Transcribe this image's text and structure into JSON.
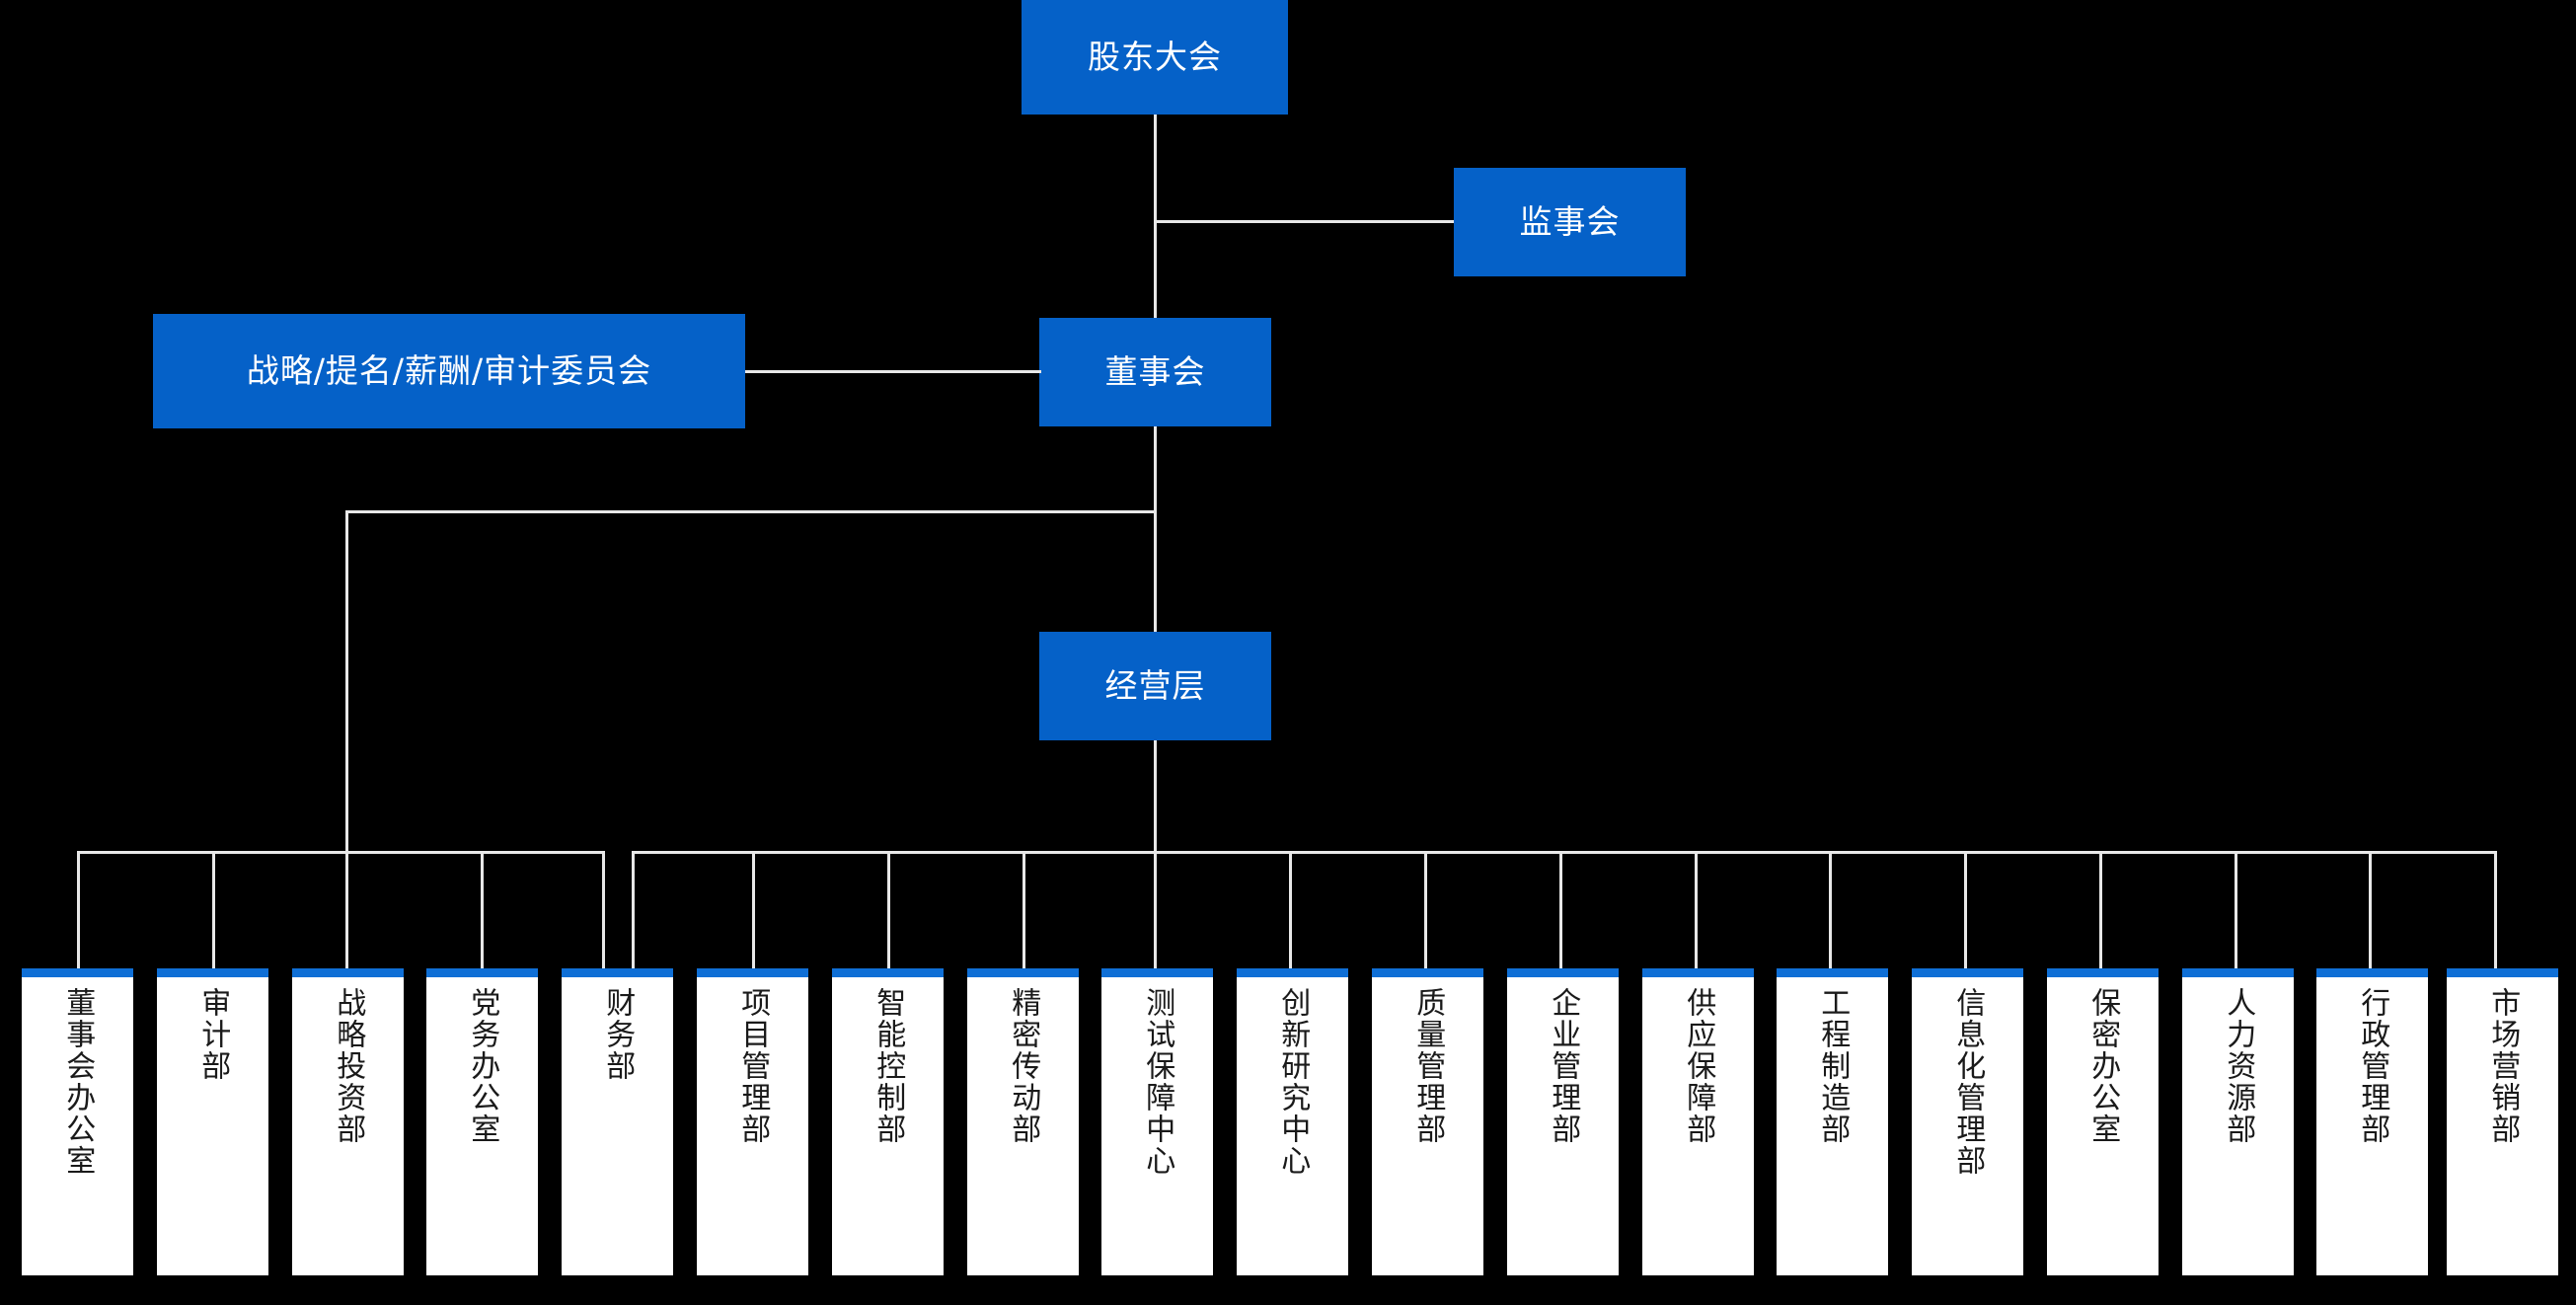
{
  "chart": {
    "type": "org-chart",
    "title": "",
    "background_color": "#000000",
    "node_color": "#0561C8",
    "node_text_color": "#FFFFFF",
    "connector_color": "#E8E8E8",
    "dept_card_color": "#FFFFFF",
    "dept_accent_color": "#0F6FD6",
    "dept_text_color": "#1A1A1A"
  },
  "nodes": {
    "shareholders_meeting": "股东大会",
    "board_of_supervisors": "监事会",
    "board_of_directors": "董事会",
    "committees": "战略/提名/薪酬/审计委员会",
    "management_layer": "经营层"
  },
  "departments": [
    {
      "label": "董事会办公室"
    },
    {
      "label": "审计部"
    },
    {
      "label": "战略投资部"
    },
    {
      "label": "党务办公室"
    },
    {
      "label": "财务部"
    },
    {
      "label": "项目管理部"
    },
    {
      "label": "智能控制部"
    },
    {
      "label": "精密传动部"
    },
    {
      "label": "测试保障中心"
    },
    {
      "label": "创新研究中心"
    },
    {
      "label": "质量管理部"
    },
    {
      "label": "企业管理部"
    },
    {
      "label": "供应保障部"
    },
    {
      "label": "工程制造部"
    },
    {
      "label": "信息化管理部"
    },
    {
      "label": "保密办公室"
    },
    {
      "label": "人力资源部"
    },
    {
      "label": "行政管理部"
    },
    {
      "label": "市场营销部"
    }
  ]
}
